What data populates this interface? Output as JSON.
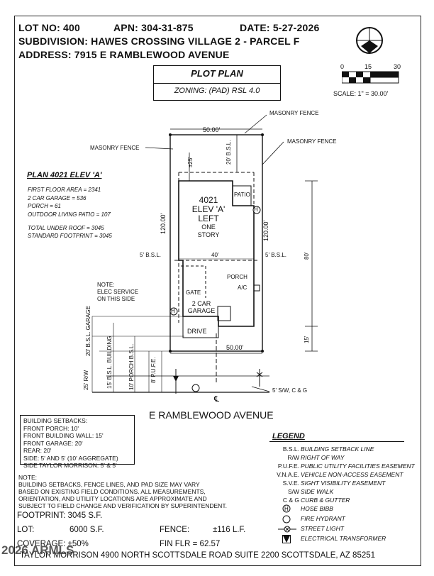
{
  "header": {
    "lot_label": "LOT NO: 400",
    "apn_label": "APN: 304-31-875",
    "date_label": "DATE: 5-27-2026",
    "subdivision": "SUBDIVISION: HAWES CROSSING VILLAGE 2 - PARCEL F",
    "address": "ADDRESS: 7915 E RAMBLEWOOD AVENUE"
  },
  "title_block": {
    "title": "PLOT PLAN",
    "zoning": "ZONING: (PAD) RSL 4.0"
  },
  "scale": {
    "tick_0": "0",
    "tick_15": "15",
    "tick_30": "30",
    "label": "SCALE: 1\" = 30.00'"
  },
  "plan_info": {
    "title": "PLAN 4021 ELEV 'A'",
    "lines": [
      "FIRST FLOOR AREA = 2341",
      "2 CAR GARAGE = 536",
      "PORCH = 61",
      "OUTDOOR LIVING PATIO = 107"
    ],
    "totals": [
      "TOTAL UNDER ROOF = 3045",
      "STANDARD FOOTPRINT = 3045"
    ]
  },
  "site": {
    "masonry_fence_top": "MASONRY FENCE",
    "masonry_fence_left": "MASONRY FENCE",
    "masonry_fence_right": "MASONRY FENCE",
    "dim_top": "50.00'",
    "dim_bottom": "50.00'",
    "dim_left": "120.00'",
    "dim_right": "120.00'",
    "dim_rear_setback": "±25'",
    "rear_bsl": "20' B.S.L.",
    "dim_80": "80'",
    "dim_15": "15'",
    "dim_40": "40'",
    "side_bsl_left": "5' B.S.L.",
    "side_bsl_right": "5' B.S.L.",
    "house_plan": "4021",
    "house_elev": "ELEV 'A'",
    "house_hand": "LEFT",
    "house_story1": "ONE",
    "house_story2": "STORY",
    "patio": "PATIO",
    "porch": "PORCH",
    "ac": "A/C",
    "gate": "GATE",
    "garage1": "2 CAR",
    "garage2": "GARAGE",
    "drive": "DRIVE",
    "note_title": "NOTE:",
    "note_line1": "ELEC SERVICE",
    "note_line2": "ON THIS SIDE",
    "bsl_garage": "20' B.S.L. GARAGE",
    "bsl_building": "15' B.S.L. BUILDING",
    "porch_bsl": "10' PORCH B.S.L.",
    "pufe": "8' P.U.F.E.",
    "rw": "25' R/W",
    "sidewalk": "5' S/W, C & G",
    "street": "E   RAMBLEWOOD AVENUE",
    "hose_bibb_symbol": "H"
  },
  "setbacks": {
    "lines": [
      "BUILDING SETBACKS:",
      "FRONT PORCH: 10'",
      "FRONT BUILDING WALL: 15'",
      "FRONT GARAGE: 20'",
      "REAR: 20'",
      "SIDE: 5' AND 5' (10' AGGREGATE)",
      "SIDE TAYLOR MORRISON: 5' & 5'"
    ]
  },
  "legend": {
    "title": "LEGEND",
    "items": [
      {
        "abbr": "B.S.L.",
        "desc": "BUILDING SETBACK LINE"
      },
      {
        "abbr": "R/W",
        "desc": "RIGHT OF WAY"
      },
      {
        "abbr": "P.U.F.E.",
        "desc": "PUBLIC UTILITY FACILITIES EASEMENT"
      },
      {
        "abbr": "V.N.A.E.",
        "desc": "VEHICLE NON-ACCESS EASEMENT"
      },
      {
        "abbr": "S.V.E.",
        "desc": "SIGHT VISIBILITY EASEMENT"
      },
      {
        "abbr": "S/W",
        "desc": "SIDE WALK"
      },
      {
        "abbr": "C & G",
        "desc": "CURB & GUTTER"
      },
      {
        "abbr": "H",
        "desc": "HOSE BIBB"
      },
      {
        "abbr": "",
        "desc": "FIRE HYDRANT"
      },
      {
        "abbr": "",
        "desc": "STREET LIGHT"
      },
      {
        "abbr": "",
        "desc": "ELECTRICAL TRANSFORMER"
      }
    ]
  },
  "notes": {
    "title": "NOTE:",
    "lines": [
      "BUILDING SETBACKS, FENCE LINES, AND PAD SIZE MAY VARY",
      "BASED ON EXISTING FIELD CONDITIONS.  ALL MEASUREMENTS,",
      "ORIENTATION, AND UTILITY LOCATIONS ARE APPROXIMATE AND",
      "SUBJECT TO FIELD CHANGE AND VERIFICATION BY SUPERINTENDENT."
    ]
  },
  "summary": {
    "footprint": "FOOTPRINT: 3045 S.F.",
    "lot_label": "LOT:",
    "lot_value": "6000 S.F.",
    "fence_label": "FENCE:",
    "fence_value": "±116 L.F.",
    "coverage": "COVERAGE: ±50%",
    "fin_flr": "FIN FLR = 62.57"
  },
  "footer": {
    "company": "TAYLOR MORRISON 4900 NORTH SCOTTSDALE ROAD SUITE 2200 SCOTTSDALE, AZ  85251",
    "watermark": "2026 ARMLS"
  }
}
